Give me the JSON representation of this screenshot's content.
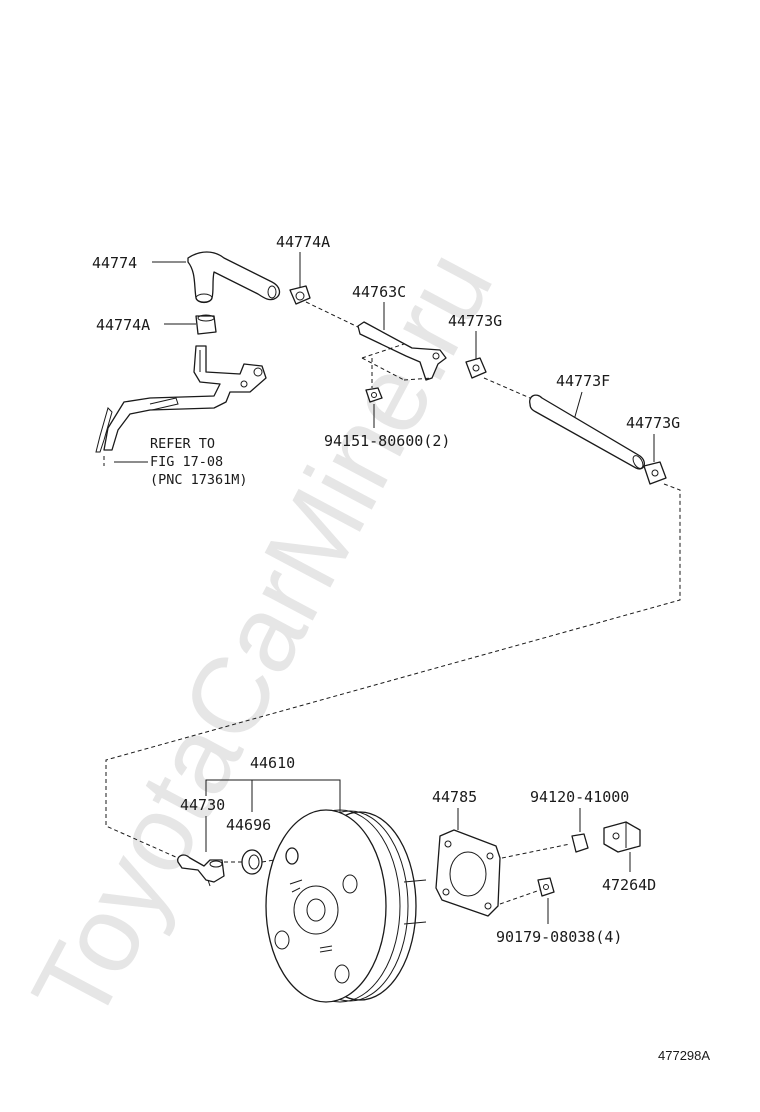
{
  "watermark": "ToyotaCarMine.ru",
  "figure_code": "477298A",
  "callouts": {
    "hose_44774": "44774",
    "clip_44774a_top": "44774A",
    "clip_44774a_left": "44774A",
    "bracket_44763c": "44763C",
    "clip_44773g_upper": "44773G",
    "hose_44773f": "44773F",
    "clip_44773g_lower": "44773G",
    "nut_94151": "94151-80600(2)",
    "booster_44610": "44610",
    "check_valve_44730": "44730",
    "grommet_44696": "44696",
    "gasket_44785": "44785",
    "nut_94120": "94120-41000",
    "clevis_47264d": "47264D",
    "nut_90179": "90179-08038(4)"
  },
  "refer_note": {
    "line1": "REFER TO",
    "line2": "FIG 17-08",
    "line3": "(PNC 17361M)"
  }
}
